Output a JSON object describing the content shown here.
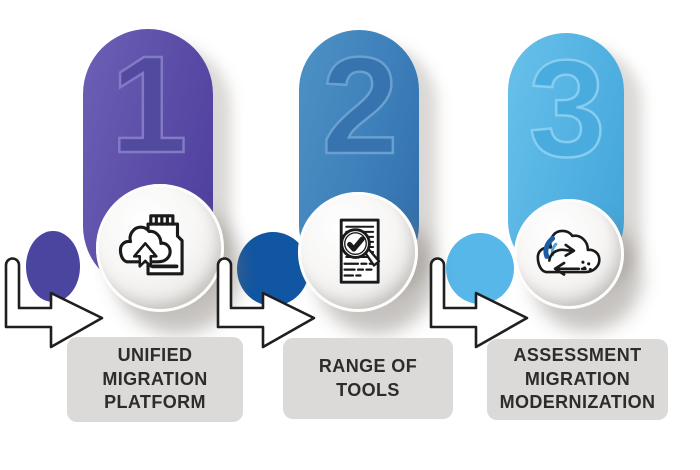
{
  "figure": {
    "kind": "process-infographic",
    "background": "#ffffff"
  },
  "steps": [
    {
      "number": "1",
      "label": "UNIFIED\nMIGRATION\nPLATFORM",
      "icon": "cloud-upload-storage-icon",
      "colors": {
        "pill": "#5a4ca6",
        "pill_light": "#6c60b6",
        "pill_dark": "#4b3c9b",
        "number_fill": "#514a9f",
        "number_outline": "#837ac6",
        "dot": "#4a46a0"
      }
    },
    {
      "number": "2",
      "label": "RANGE OF\nTOOLS",
      "icon": "document-search-check-icon",
      "colors": {
        "pill": "#3d7fba",
        "pill_light": "#4d92c5",
        "pill_dark": "#306ca9",
        "number_fill": "#3673af",
        "number_outline": "#6aa0d0",
        "dot": "#1156a2"
      }
    },
    {
      "number": "3",
      "label": "ASSESSMENT\nMIGRATION\nMODERNIZATION",
      "icon": "cloud-migration-transfer-icon",
      "colors": {
        "pill": "#52b1e2",
        "pill_light": "#68c1ea",
        "pill_dark": "#41a3d8",
        "number_fill": "#4aabdf",
        "number_outline": "#86cdf0",
        "dot": "#57b7e8"
      }
    }
  ],
  "connector": {
    "arrow_fill": "#ffffff",
    "arrow_outline": "#1f1f1f"
  },
  "label_card": {
    "background": "#dcdad8",
    "text_color": "#2e2c2b"
  },
  "icon_style": {
    "stroke": "#1a1a1a",
    "accent_dark_blue": "#1d5ca4",
    "accent_light_blue": "#4fa5d9"
  }
}
